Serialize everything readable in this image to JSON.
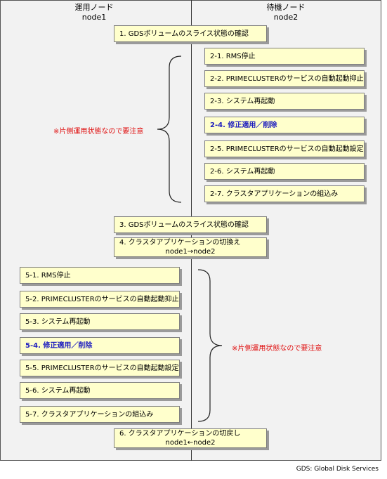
{
  "header": {
    "active": {
      "title": "運用ノード",
      "node": "node1"
    },
    "standby": {
      "title": "待機ノード",
      "node": "node2"
    }
  },
  "steps": {
    "s1": "1. GDSボリュームのスライス状態の確認",
    "s2_1": "2-1. RMS停止",
    "s2_2": "2-2. PRIMECLUSTERのサービスの自動起動抑止",
    "s2_3": "2-3. システム再起動",
    "s2_4": "2-4. 修正適用／削除",
    "s2_5": "2-5. PRIMECLUSTERのサービスの自動起動設定",
    "s2_6": "2-6. システム再起動",
    "s2_7": "2-7. クラスタアプリケーションの組込み",
    "s3": "3. GDSボリュームのスライス状態の確認",
    "s4": {
      "line1": "4. クラスタアプリケーションの切換え",
      "line2": "node1→node2"
    },
    "s5_1": "5-1. RMS停止",
    "s5_2": "5-2. PRIMECLUSTERのサービスの自動起動抑止",
    "s5_3": "5-3. システム再起動",
    "s5_4": "5-4. 修正適用／削除",
    "s5_5": "5-5. PRIMECLUSTERのサービスの自動起動設定",
    "s5_6": "5-6. システム再起動",
    "s5_7": "5-7. クラスタアプリケーションの組込み",
    "s6": {
      "line1": "6. クラスタアプリケーションの切戻し",
      "line2": "node1←node2"
    }
  },
  "notes": {
    "upper": "※片側運用状態なので要注意",
    "lower": "※片側運用状態なので要注意"
  },
  "footer": "GDS: Global Disk Services",
  "colors": {
    "box_fill": "#ffffcc",
    "highlight_text": "#1f1fbf",
    "note_text": "#e01010"
  }
}
